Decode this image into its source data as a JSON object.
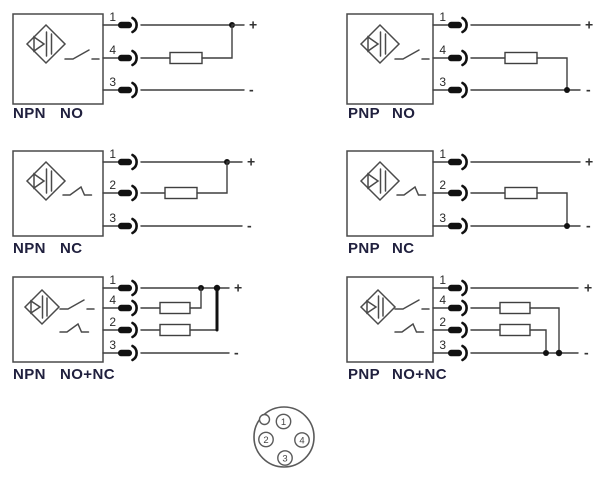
{
  "figure": {
    "description": "Sensor output wiring diagrams"
  },
  "colors": {
    "wire": "#3f3f3f",
    "box_stroke": "#4a4a4a",
    "plug_fill": "#111111",
    "label_text": "#20203e",
    "pin_text": "#2b2b2b",
    "polarity_text": "#333333",
    "connector_stroke": "#5a5a5a",
    "background": "#ffffff"
  },
  "polarity": {
    "plus": "+",
    "minus": "-"
  },
  "diagrams": [
    {
      "type": "NPN",
      "function": "NO",
      "pins": [
        "1",
        "4",
        "3"
      ]
    },
    {
      "type": "PNP",
      "function": "NO",
      "pins": [
        "1",
        "4",
        "3"
      ]
    },
    {
      "type": "NPN",
      "function": "NC",
      "pins": [
        "1",
        "2",
        "3"
      ]
    },
    {
      "type": "PNP",
      "function": "NC",
      "pins": [
        "1",
        "2",
        "3"
      ]
    },
    {
      "type": "NPN",
      "function": "NO+NC",
      "pins": [
        "1",
        "4",
        "2",
        "3"
      ]
    },
    {
      "type": "PNP",
      "function": "NO+NC",
      "pins": [
        "1",
        "4",
        "2",
        "3"
      ]
    }
  ],
  "connector": {
    "pins": [
      "1",
      "2",
      "3",
      "4"
    ]
  }
}
